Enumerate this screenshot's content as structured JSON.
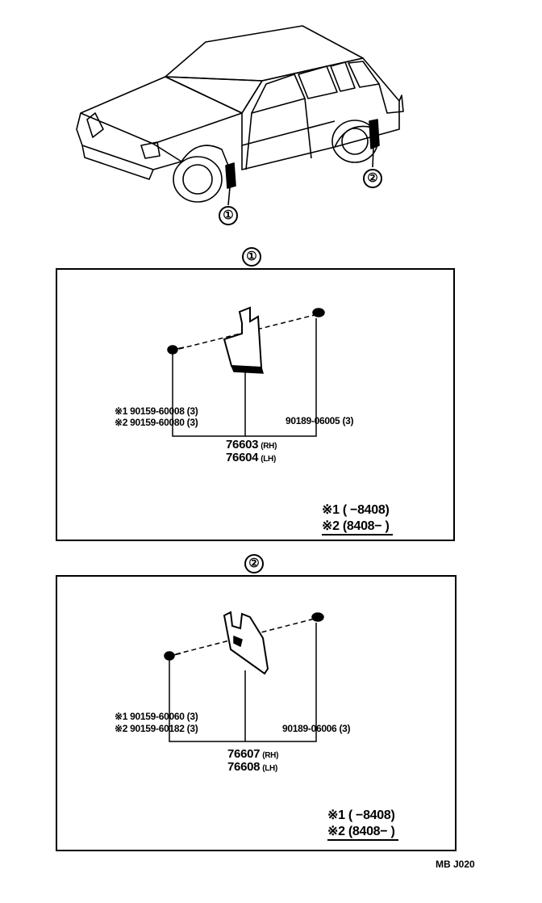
{
  "overview": {
    "callout_1": "①",
    "callout_2": "②"
  },
  "section_1": {
    "marker": "①",
    "left_parts": [
      "※1 90159-60008 (3)",
      "※2 90159-60080 (3)"
    ],
    "right_part": "90189-06005 (3)",
    "main_rh": "76603",
    "rh_tag": "(RH)",
    "main_lh": "76604",
    "lh_tag": "(LH)",
    "legend_1": "※1 (        −8408)",
    "legend_2": "※2 (8408−        )"
  },
  "section_2": {
    "marker": "②",
    "left_parts": [
      "※1 90159-60060 (3)",
      "※2 90159-60182 (3)"
    ],
    "right_part": "90189-06006 (3)",
    "main_rh": "76607",
    "rh_tag": "(RH)",
    "main_lh": "76608",
    "lh_tag": "(LH)",
    "legend_1": "※1 (        −8408)",
    "legend_2": "※2 (8408−        )"
  },
  "footer": {
    "code": "MB  J020"
  }
}
